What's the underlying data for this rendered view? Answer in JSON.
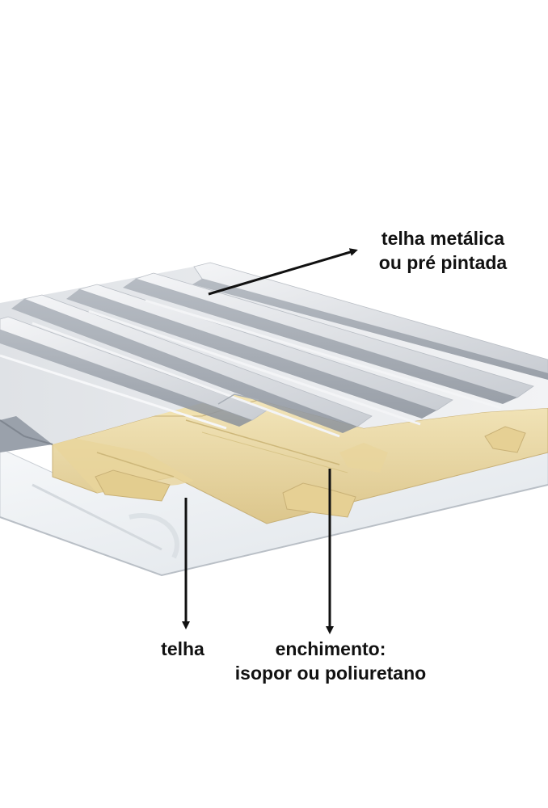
{
  "labels": {
    "top_line1": "telha metálica",
    "top_line2": "ou pré pintada",
    "bottom_left": "telha",
    "bottom_right_line1": "enchimento:",
    "bottom_right_line2": "isopor ou poliuretano"
  },
  "colors": {
    "background": "#ffffff",
    "metal_light": "#e6e8ec",
    "metal_mid": "#c2c6cc",
    "metal_dark": "#8e959f",
    "foam": "#ead9a4",
    "foam_light": "#f3e6bb",
    "foam_dark": "#cdb77a",
    "bottom_sheet": "#eef1f4",
    "arrow": "#111111"
  }
}
